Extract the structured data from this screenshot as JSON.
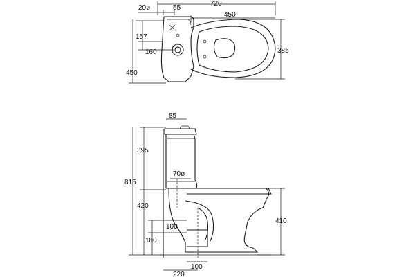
{
  "top_view": {
    "dimensions": {
      "overall_width": "720",
      "pipe_diameter": "20ø",
      "pipe_offset": "55",
      "bowl_length": "450",
      "dim_157": "157",
      "dim_160": "160",
      "overall_depth": "450",
      "bowl_width": "385"
    }
  },
  "side_view": {
    "dimensions": {
      "top_width": "85",
      "cistern_height": "395",
      "total_height": "815",
      "inlet_diameter": "70ø",
      "pan_height": "420",
      "right_height": "410",
      "outlet_size": "100",
      "outlet_height": "180",
      "bottom_outlet": "100",
      "wall_distance": "220"
    }
  }
}
